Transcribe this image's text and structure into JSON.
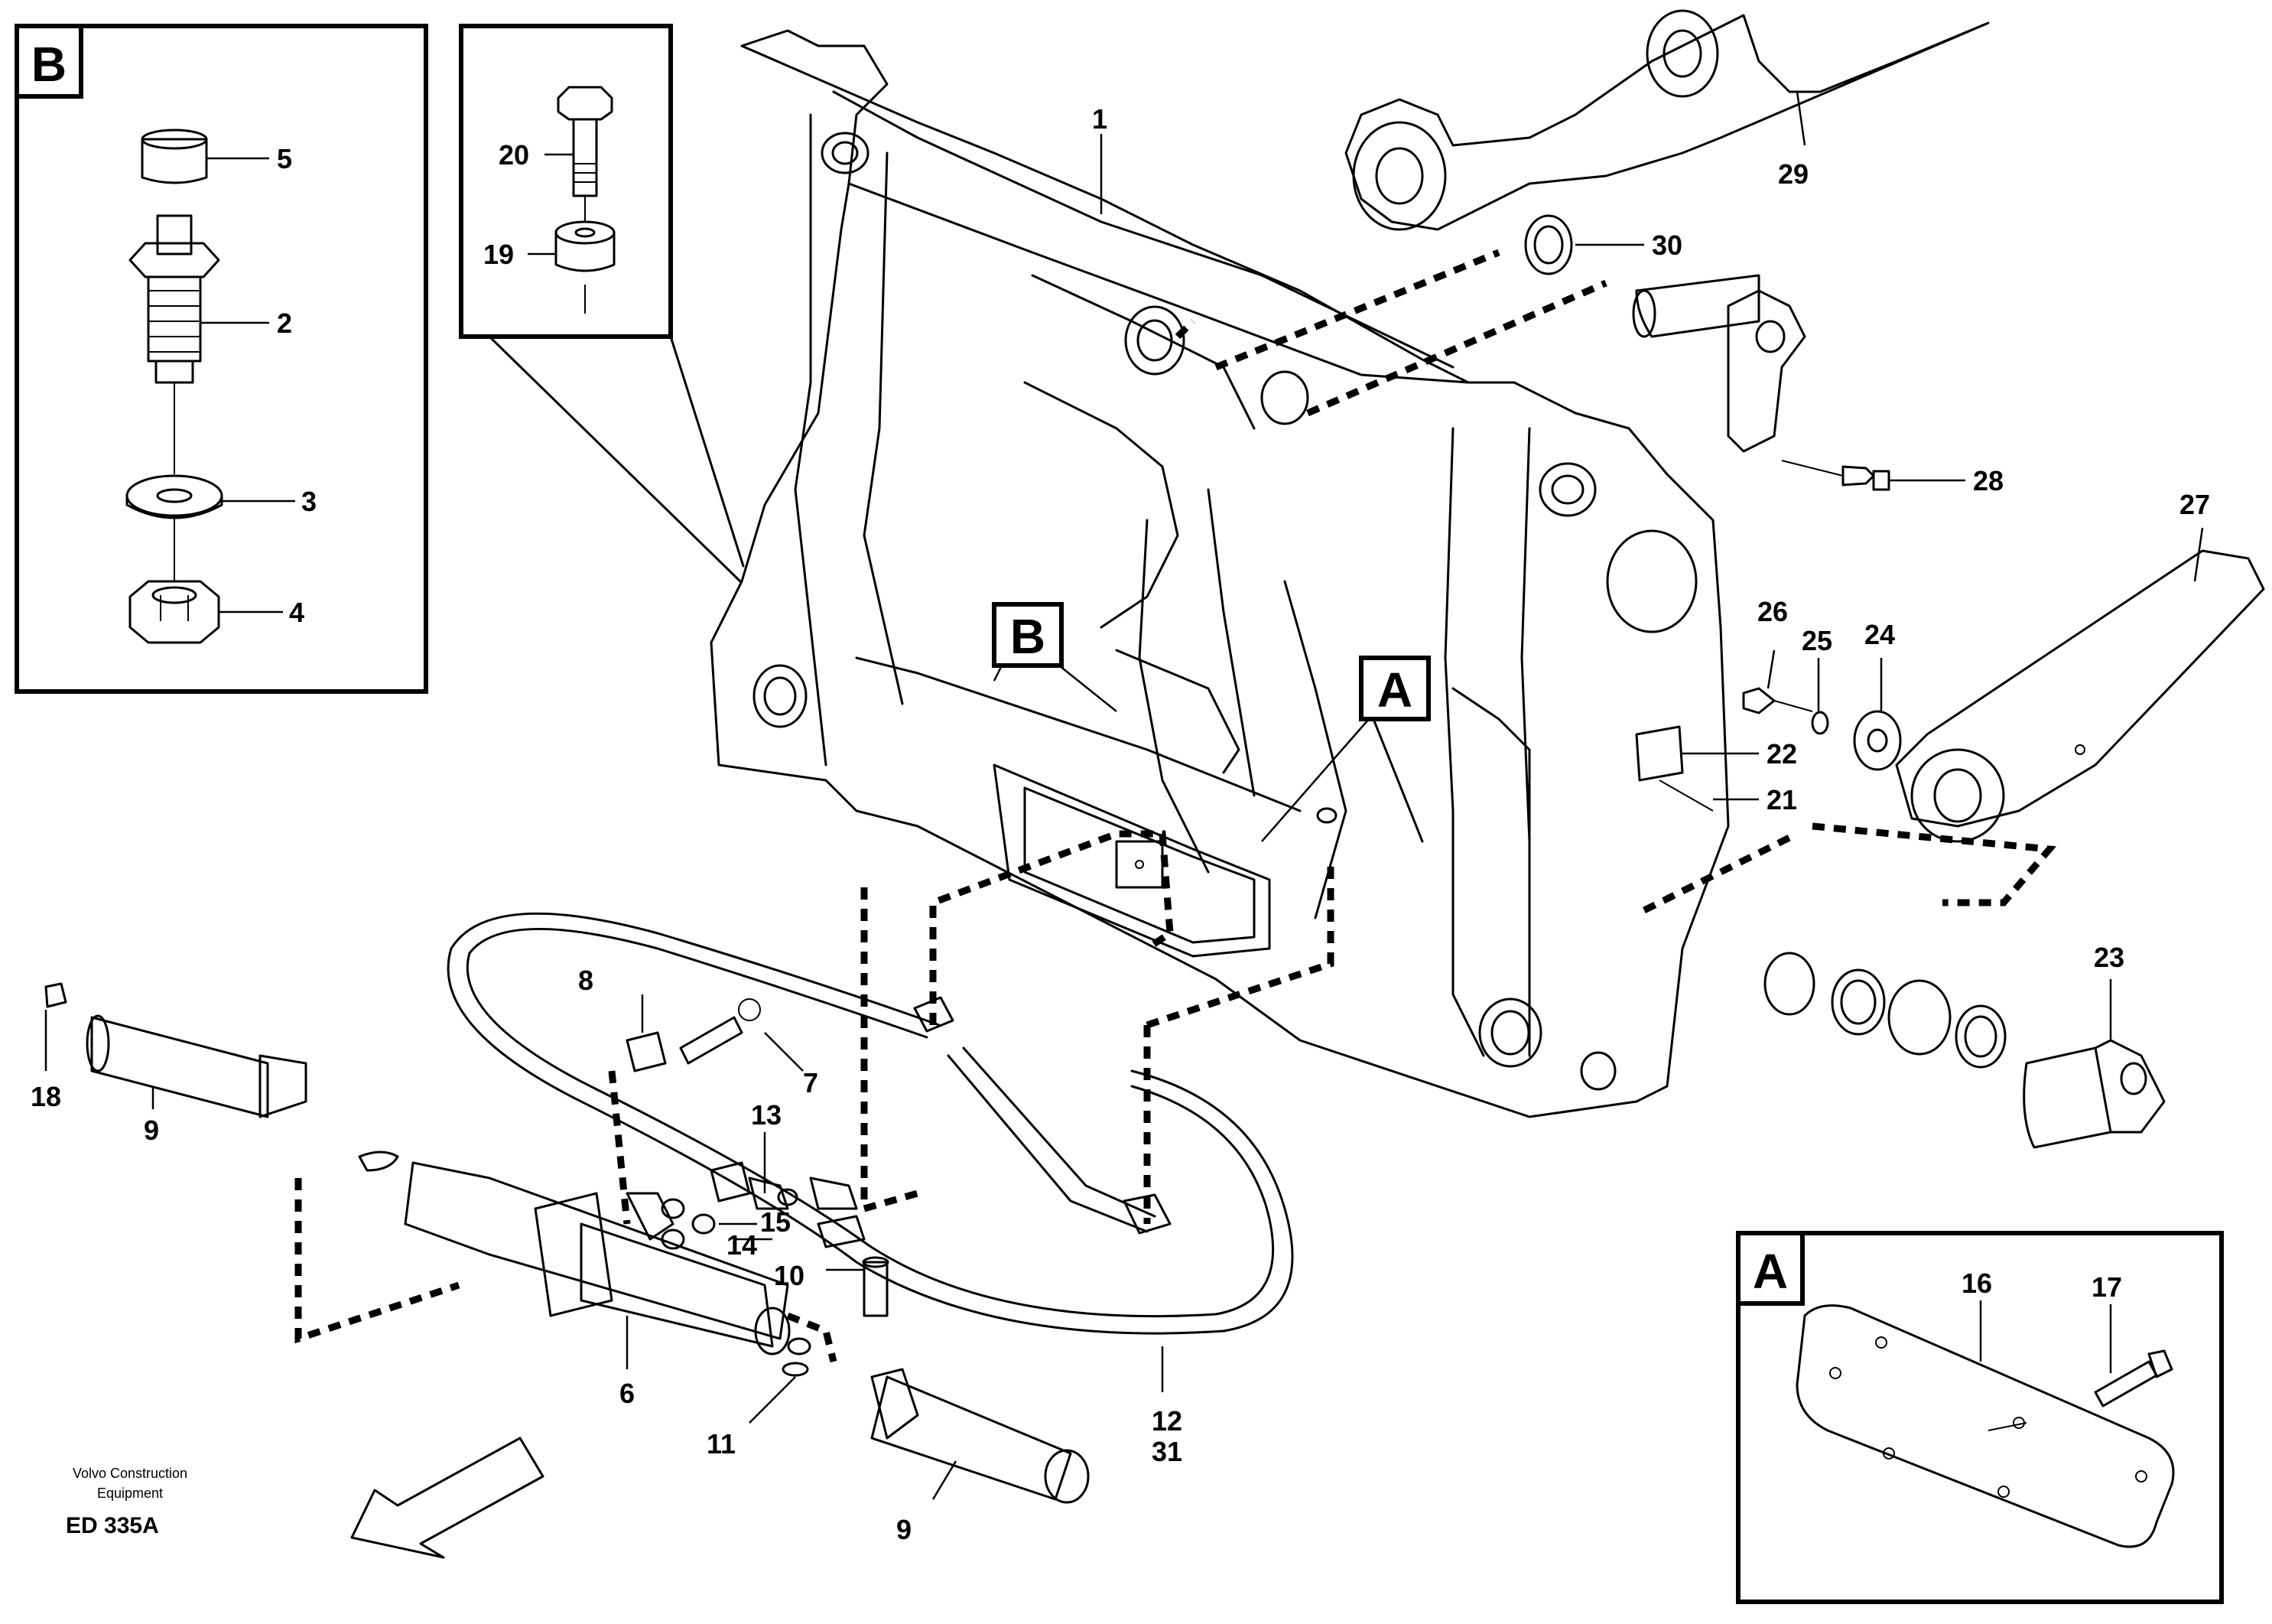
{
  "drawing": {
    "publisher_line1": "Volvo Construction",
    "publisher_line2": "Equipment",
    "code": "ED 335A"
  },
  "detail_views": [
    {
      "id": "B",
      "letter": "B"
    },
    {
      "id": "A",
      "letter": "A"
    }
  ],
  "callout_tags": [
    {
      "id": "tag-b",
      "letter": "B"
    },
    {
      "id": "tag-a",
      "letter": "A"
    }
  ],
  "part_labels": [
    {
      "id": "p1",
      "text": "1"
    },
    {
      "id": "p2",
      "text": "2"
    },
    {
      "id": "p3",
      "text": "3"
    },
    {
      "id": "p4",
      "text": "4"
    },
    {
      "id": "p5",
      "text": "5"
    },
    {
      "id": "p6",
      "text": "6"
    },
    {
      "id": "p7",
      "text": "7"
    },
    {
      "id": "p8",
      "text": "8"
    },
    {
      "id": "p9a",
      "text": "9"
    },
    {
      "id": "p9b",
      "text": "9"
    },
    {
      "id": "p10",
      "text": "10"
    },
    {
      "id": "p11",
      "text": "11"
    },
    {
      "id": "p12",
      "text": "12"
    },
    {
      "id": "p31",
      "text": "31"
    },
    {
      "id": "p13",
      "text": "13"
    },
    {
      "id": "p14",
      "text": "14"
    },
    {
      "id": "p15",
      "text": "15"
    },
    {
      "id": "p16",
      "text": "16"
    },
    {
      "id": "p17",
      "text": "17"
    },
    {
      "id": "p18",
      "text": "18"
    },
    {
      "id": "p19",
      "text": "19"
    },
    {
      "id": "p20",
      "text": "20"
    },
    {
      "id": "p21",
      "text": "21"
    },
    {
      "id": "p22",
      "text": "22"
    },
    {
      "id": "p23",
      "text": "23"
    },
    {
      "id": "p24",
      "text": "24"
    },
    {
      "id": "p25",
      "text": "25"
    },
    {
      "id": "p26",
      "text": "26"
    },
    {
      "id": "p27",
      "text": "27"
    },
    {
      "id": "p28",
      "text": "28"
    },
    {
      "id": "p29",
      "text": "29"
    },
    {
      "id": "p30",
      "text": "30"
    }
  ]
}
